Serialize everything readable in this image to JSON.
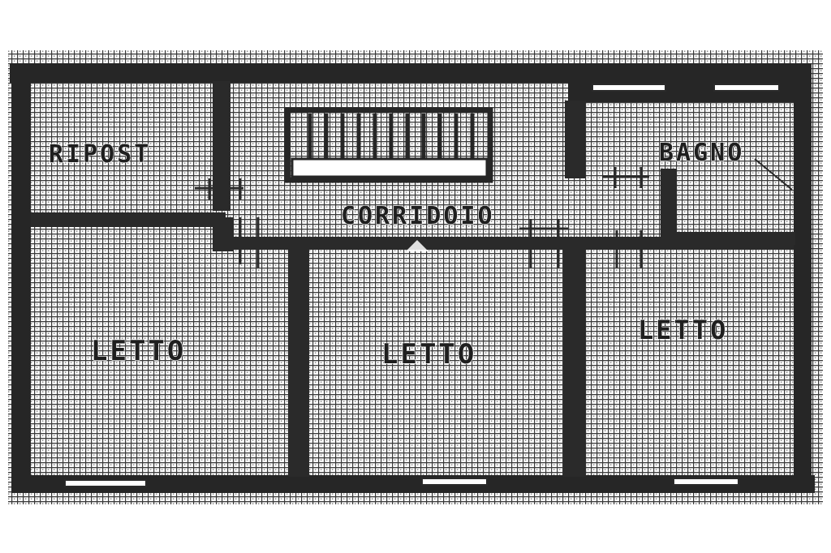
{
  "plan": {
    "rooms": [
      {
        "id": "ripost",
        "label": "RIPOST"
      },
      {
        "id": "corridoio",
        "label": "CORRIDOIO"
      },
      {
        "id": "bagno",
        "label": "BAGNO"
      },
      {
        "id": "letto-1",
        "label": "LETTO"
      },
      {
        "id": "letto-2",
        "label": "LETTO"
      },
      {
        "id": "letto-3",
        "label": "LETTO"
      }
    ],
    "colors": {
      "ink": "#2a2a2a",
      "paper": "#ffffff",
      "hatch": "#3a3a3a"
    }
  }
}
